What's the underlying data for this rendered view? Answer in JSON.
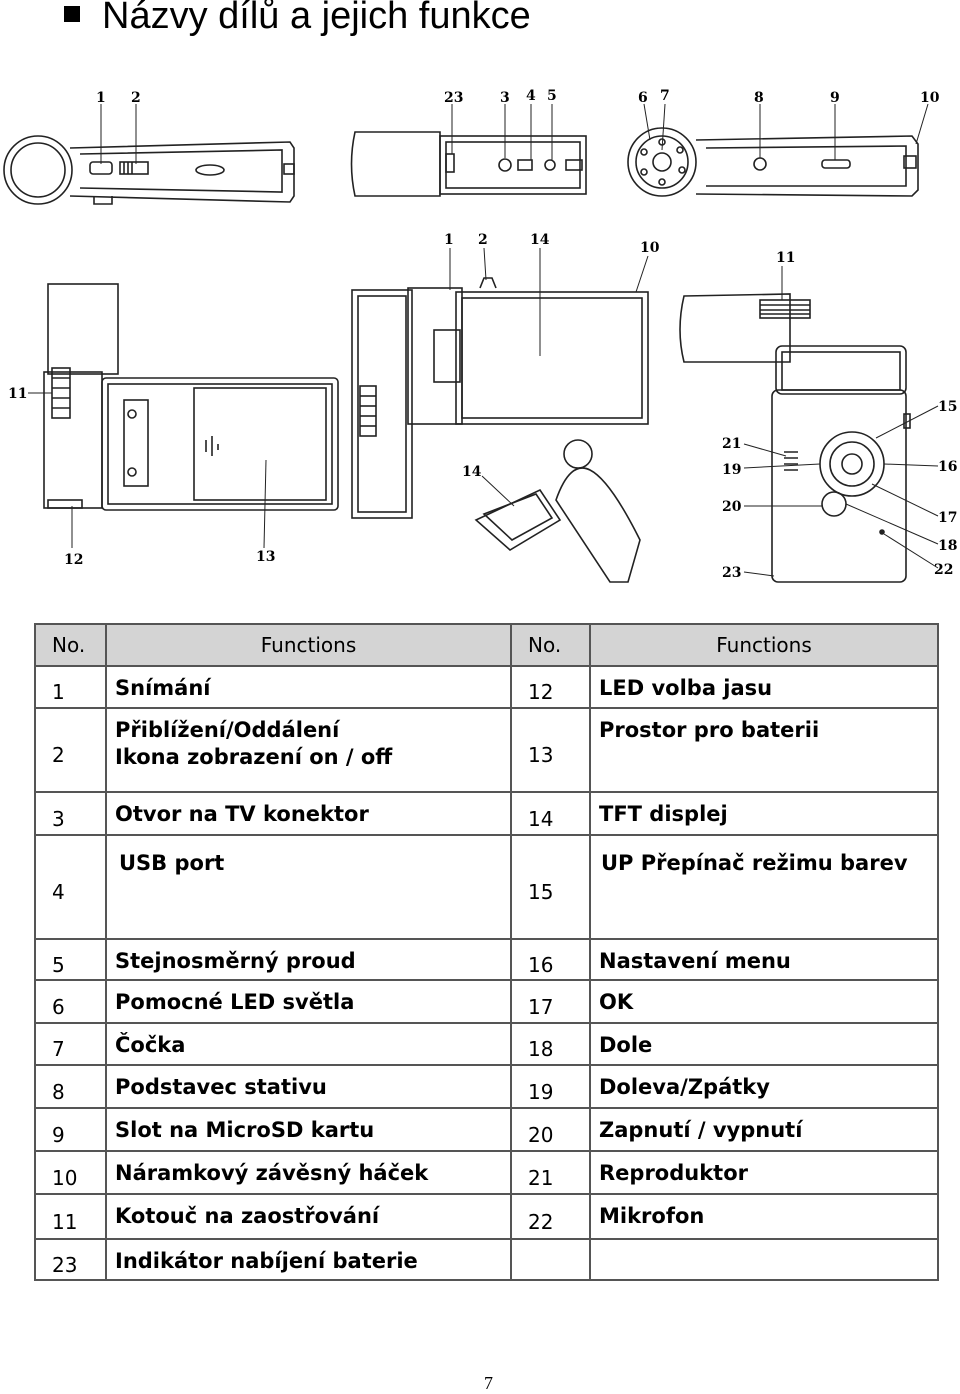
{
  "page": {
    "title": "Názvy dílů a jejich funkce",
    "page_number": "7"
  },
  "figure": {
    "callouts": [
      "1",
      "2",
      "23",
      "3",
      "4",
      "5",
      "6",
      "7",
      "8",
      "9",
      "10",
      "1",
      "2",
      "14",
      "10",
      "11",
      "11",
      "12",
      "13",
      "14",
      "21",
      "19",
      "20",
      "23",
      "15",
      "16",
      "17",
      "18",
      "22"
    ]
  },
  "table": {
    "headers": [
      "No.",
      "Functions",
      "No.",
      "Functions"
    ],
    "rows": [
      {
        "no1": "1",
        "fn1": "Snímání",
        "fn1b": "",
        "no2": "12",
        "fn2": "LED volba jasu"
      },
      {
        "no1": "2",
        "fn1": "Přiblížení/Oddálení",
        "fn1b": "Ikona zobrazení on / off",
        "no2": "13",
        "fn2": "Prostor pro baterii"
      },
      {
        "no1": "3",
        "fn1": "Otvor na TV konektor",
        "fn1b": "",
        "no2": "14",
        "fn2": "TFT displej"
      },
      {
        "no1": "4",
        "fn1": "USB port",
        "fn1b": "",
        "no2": "15",
        "fn2": "UP Přepínač režimu barev"
      },
      {
        "no1": "5",
        "fn1": "Stejnosměrný proud",
        "fn1b": "",
        "no2": "16",
        "fn2": "Nastavení menu"
      },
      {
        "no1": "6",
        "fn1": "Pomocné LED světla",
        "fn1b": "",
        "no2": "17",
        "fn2": "OK"
      },
      {
        "no1": "7",
        "fn1": "Čočka",
        "fn1b": "",
        "no2": "18",
        "fn2": "Dole"
      },
      {
        "no1": "8",
        "fn1": "Podstavec stativu",
        "fn1b": "",
        "no2": "19",
        "fn2": "Doleva/Zpátky"
      },
      {
        "no1": "9",
        "fn1": "Slot na MicroSD kartu",
        "fn1b": "",
        "no2": "20",
        "fn2": "Zapnutí / vypnutí"
      },
      {
        "no1": "10",
        "fn1": "Náramkový závěsný háček",
        "fn1b": "",
        "no2": "21",
        "fn2": "Reproduktor"
      },
      {
        "no1": "11",
        "fn1": "Kotouč na zaostřování",
        "fn1b": "",
        "no2": "22",
        "fn2": "Mikrofon"
      },
      {
        "no1": "23",
        "fn1": "Indikátor nabíjení baterie",
        "fn1b": "",
        "no2": "",
        "fn2": ""
      }
    ]
  }
}
